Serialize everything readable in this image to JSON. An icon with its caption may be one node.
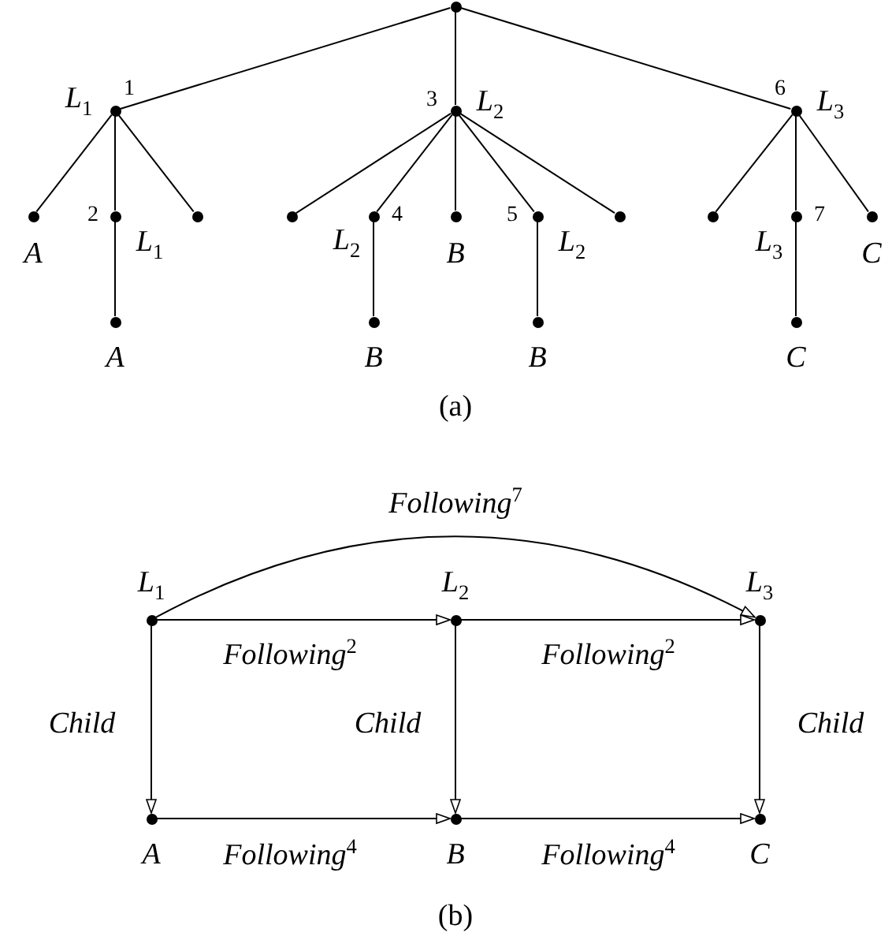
{
  "diagram": {
    "nodes": [
      {
        "text": [],
        "shape": "circle"
      },
      {
        "text": [],
        "shape": "circle",
        "beside": [
          "L$_{1}$",
          "1"
        ]
      },
      {
        "text": [],
        "shape": "circle",
        "beside": [
          "3",
          "L$_{2}$"
        ]
      },
      {
        "text": [],
        "shape": "circle",
        "beside": [
          "6",
          "L$_{3}$"
        ]
      },
      {
        "text": [],
        "shape": "circle",
        "beside": [
          "A"
        ]
      },
      {
        "text": [],
        "shape": "circle",
        "beside": [
          "2",
          "L$_{1}$"
        ]
      },
      {
        "text": [],
        "shape": "circle"
      },
      {
        "text": [],
        "shape": "circle"
      },
      {
        "text": [],
        "shape": "circle",
        "beside": [
          "L$_{2}$",
          "4"
        ]
      },
      {
        "text": [],
        "shape": "circle",
        "beside": [
          "B"
        ]
      },
      {
        "text": [],
        "shape": "circle",
        "beside": [
          "5",
          "L$_{2}$"
        ]
      },
      {
        "text": [],
        "shape": "circle"
      },
      {
        "text": [],
        "shape": "circle"
      },
      {
        "text": [],
        "shape": "circle",
        "beside": [
          "L$_{3}$",
          "7"
        ]
      },
      {
        "text": [],
        "shape": "circle",
        "beside": [
          "C"
        ]
      },
      {
        "text": [],
        "shape": "circle",
        "beside": [
          "A"
        ]
      },
      {
        "text": [],
        "shape": "circle",
        "beside": [
          "B"
        ]
      },
      {
        "text": [],
        "shape": "circle",
        "beside": [
          "B"
        ]
      },
      {
        "text": [],
        "shape": "circle",
        "beside": [
          "C"
        ]
      },
      {
        "text": [],
        "shape": "circle",
        "beside": [
          "L$_{1}$"
        ]
      },
      {
        "text": [],
        "shape": "circle",
        "beside": [
          "L$_{2}$"
        ]
      },
      {
        "text": [],
        "shape": "circle",
        "beside": [
          "L$_{3}$"
        ]
      },
      {
        "text": [],
        "shape": "circle",
        "beside": [
          "A"
        ]
      },
      {
        "text": [],
        "shape": "circle",
        "beside": [
          "B"
        ]
      },
      {
        "text": [],
        "shape": "circle",
        "beside": [
          "C"
        ]
      }
    ],
    "edges": [
      {
        "from": 0,
        "to": 1,
        "arrow": "none"
      },
      {
        "from": 0,
        "to": 2,
        "arrow": "none"
      },
      {
        "from": 0,
        "to": 3,
        "arrow": "none"
      },
      {
        "from": 1,
        "to": 4,
        "arrow": "none"
      },
      {
        "from": 1,
        "to": 5,
        "arrow": "none"
      },
      {
        "from": 1,
        "to": 6,
        "arrow": "none"
      },
      {
        "from": 2,
        "to": 7,
        "arrow": "none"
      },
      {
        "from": 2,
        "to": 8,
        "arrow": "none"
      },
      {
        "from": 2,
        "to": 9,
        "arrow": "none"
      },
      {
        "from": 2,
        "to": 10,
        "arrow": "none"
      },
      {
        "from": 2,
        "to": 11,
        "arrow": "none"
      },
      {
        "from": 3,
        "to": 12,
        "arrow": "none"
      },
      {
        "from": 3,
        "to": 13,
        "arrow": "none"
      },
      {
        "from": 3,
        "to": 14,
        "arrow": "none"
      },
      {
        "from": 5,
        "to": 15,
        "arrow": "none"
      },
      {
        "from": 8,
        "to": 16,
        "arrow": "none"
      },
      {
        "from": 10,
        "to": 17,
        "arrow": "none"
      },
      {
        "from": 13,
        "to": 18,
        "arrow": "none"
      },
      {
        "from": 19,
        "to": 21,
        "arrow": "to",
        "label": "Following$^{7}$"
      },
      {
        "from": 19,
        "to": 20,
        "arrow": "to",
        "label": "Following$^{2}$"
      },
      {
        "from": 20,
        "to": 21,
        "arrow": "to",
        "label": "Following$^{2}$"
      },
      {
        "from": 19,
        "to": 22,
        "arrow": "to",
        "label": "Child"
      },
      {
        "from": 20,
        "to": 23,
        "arrow": "to",
        "label": "Child"
      },
      {
        "from": 21,
        "to": 24,
        "arrow": "to",
        "label": "Child"
      },
      {
        "from": 22,
        "to": 23,
        "arrow": "to",
        "label": "Following$^{4}$"
      },
      {
        "from": 23,
        "to": 24,
        "arrow": "to",
        "label": "Following$^{4}$"
      }
    ],
    "labels": [
      "(a)",
      "(b)"
    ]
  }
}
